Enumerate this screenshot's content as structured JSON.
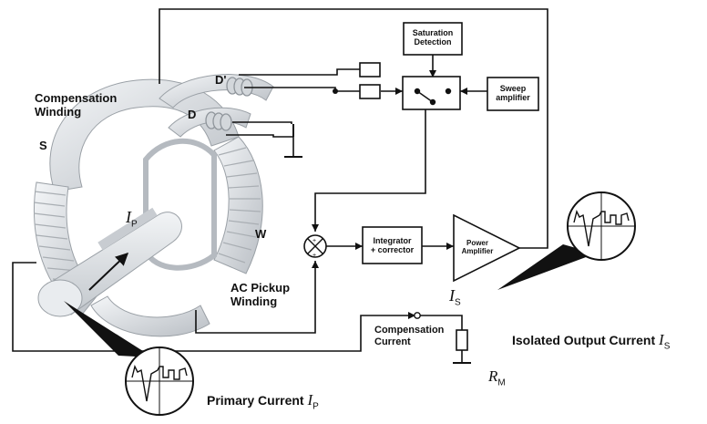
{
  "labels": {
    "compensation_winding_line1": "Compensation",
    "compensation_winding_line2": "Winding",
    "s": "S",
    "d_prime": "D'",
    "d": "D",
    "w": "W",
    "ac_pickup_line1": "AC Pickup",
    "ac_pickup_line2": "Winding",
    "saturation_line1": "Saturation",
    "saturation_line2": "Detection",
    "sweep_line1": "Sweep",
    "sweep_line2": "amplifier",
    "integrator_line1": "Integrator",
    "integrator_line2": "+ corrector",
    "power_line1": "Power",
    "power_line2": "Amplifier",
    "compensation_current_line1": "Compensation",
    "compensation_current_line2": "Current",
    "primary_current": "Primary Current",
    "isolated_output": "Isolated Output Current",
    "i_symbol": "I",
    "p_sub": "P",
    "s_sub": "S",
    "r_symbol": "R",
    "m_sub": "M",
    "plus": "+"
  },
  "colors": {
    "line": "#111111",
    "coil": "#d6d9dc",
    "coil_edge": "#9aa0a6",
    "core": "#e4e7ea",
    "background": "#ffffff"
  },
  "icons": [
    "oscilloscope-icon",
    "summing-junction-icon",
    "switch-icon",
    "resistor-icon",
    "ground-icon"
  ]
}
